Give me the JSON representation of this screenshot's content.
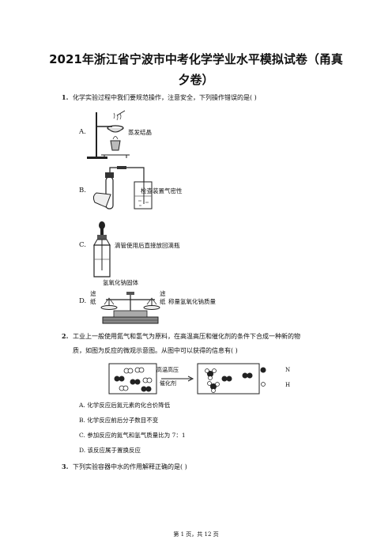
{
  "title_line1": "2021年浙江省宁波市中考化学学业水平模拟试卷（甬真",
  "title_line2": "夕卷）",
  "q1": {
    "number": "1.",
    "stem": "化学实验过程中我们要规范操作，注意安全，下列操作错误的是(    )",
    "options": [
      {
        "letter": "A.",
        "text": "蒸发结晶"
      },
      {
        "letter": "B.",
        "text": "检查装置气密性"
      },
      {
        "letter": "C.",
        "text": "滴管使用后直接放回滴瓶"
      },
      {
        "letter": "D.",
        "text": "称量氢氧化钠质量"
      }
    ],
    "balance_labels": {
      "top": "氢氧化钠固体",
      "left_1": "滤",
      "left_2": "纸",
      "right_1": "滤",
      "right_2": "纸"
    }
  },
  "q2": {
    "number": "2.",
    "stem_line1": "工业上一般使用氮气和氢气为原料，在高温高压和催化剂的条件下合成一种新的物",
    "stem_line2": "质，如图为反应的微观示意图。从图中可以获得的信息有(    )",
    "arrow_top": "高温高压",
    "arrow_bottom": "催化剂",
    "legend_n": "N",
    "legend_h": "H",
    "options": [
      {
        "letter": "A.",
        "text": "化学反应后氮元素的化合价降低"
      },
      {
        "letter": "B.",
        "text": "化学反应前后分子数目不变"
      },
      {
        "letter": "C.",
        "text": "参加反应的氮气和氢气质量比为 7：1"
      },
      {
        "letter": "D.",
        "text": "该反应属于置换反应"
      }
    ]
  },
  "q3": {
    "number": "3.",
    "stem": "下列实验容器中水的作用解释正确的是(    )"
  },
  "footer": "第 1 页，共 12 页"
}
